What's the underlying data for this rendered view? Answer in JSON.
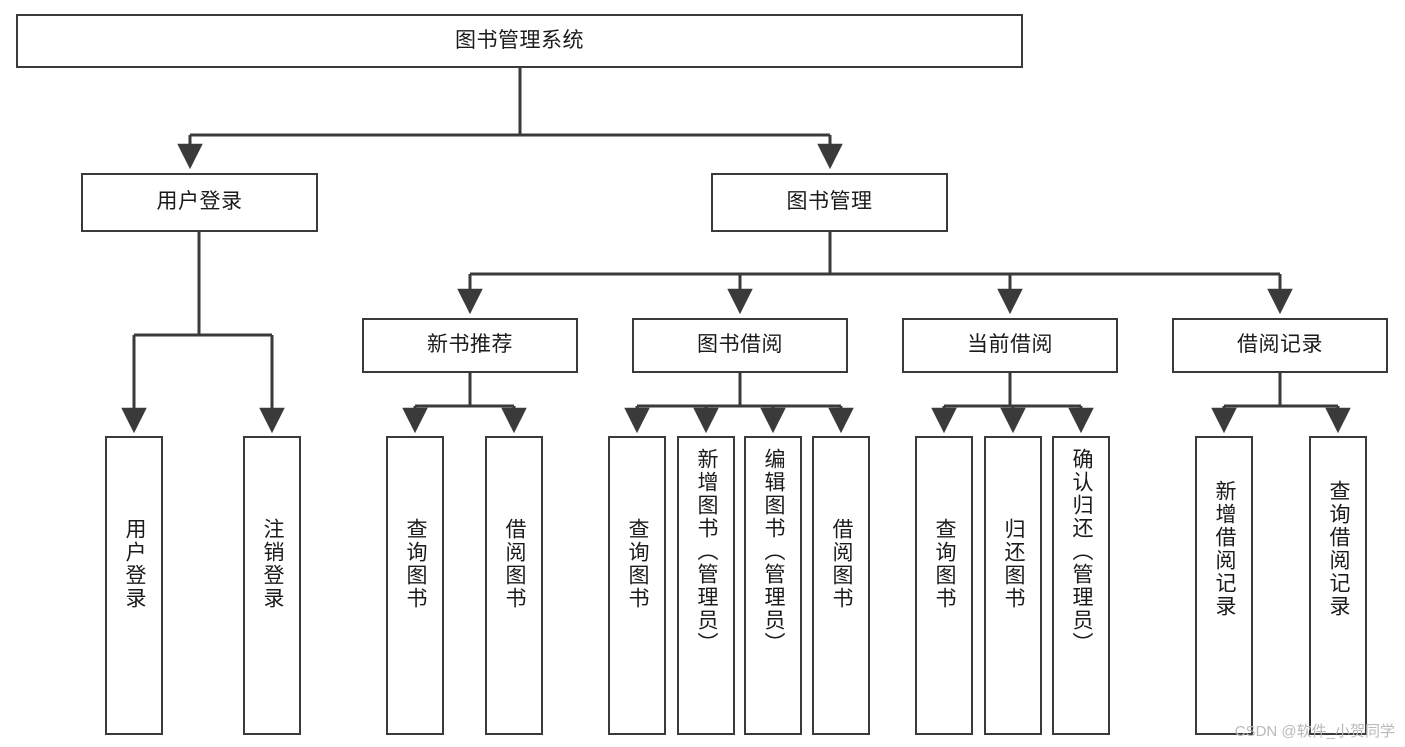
{
  "diagram": {
    "title": "图书管理系统",
    "type": "tree-hierarchy-chart",
    "colors": {
      "node_border": "#3a3a3a",
      "node_fill": "#ffffff",
      "connector": "#3a3a3a",
      "text": "#1b1b1b",
      "watermark": "#b9b9b9",
      "background": "#ffffff"
    },
    "nodes": {
      "root": {
        "label": "图书管理系统",
        "level": 1,
        "orientation": "horizontal"
      },
      "l2": [
        {
          "id": "user-login",
          "label": "用户登录",
          "level": 2,
          "orientation": "horizontal"
        },
        {
          "id": "book-manage",
          "label": "图书管理",
          "level": 2,
          "orientation": "horizontal"
        }
      ],
      "l3": [
        {
          "id": "new-book-rec",
          "label": "新书推荐",
          "level": 3,
          "orientation": "horizontal"
        },
        {
          "id": "book-borrow",
          "label": "图书借阅",
          "level": 3,
          "orientation": "horizontal"
        },
        {
          "id": "current-borrow",
          "label": "当前借阅",
          "level": 3,
          "orientation": "horizontal"
        },
        {
          "id": "borrow-record",
          "label": "借阅记录",
          "level": 3,
          "orientation": "horizontal"
        }
      ],
      "leaves": [
        {
          "id": "leaf-user-login",
          "label": "用户登录",
          "parent": "user-login",
          "orientation": "vertical"
        },
        {
          "id": "leaf-user-logout",
          "label": "注销登录",
          "parent": "user-login",
          "orientation": "vertical"
        },
        {
          "id": "leaf-query-book-1",
          "label": "查询图书",
          "parent": "new-book-rec",
          "orientation": "vertical"
        },
        {
          "id": "leaf-borrow-book-1",
          "label": "借阅图书",
          "parent": "new-book-rec",
          "orientation": "vertical"
        },
        {
          "id": "leaf-query-book-2",
          "label": "查询图书",
          "parent": "book-borrow",
          "orientation": "vertical"
        },
        {
          "id": "leaf-add-book",
          "label": "新增图书（管理员）",
          "parent": "book-borrow",
          "orientation": "vertical"
        },
        {
          "id": "leaf-edit-book",
          "label": "编辑图书（管理员）",
          "parent": "book-borrow",
          "orientation": "vertical"
        },
        {
          "id": "leaf-borrow-book-2",
          "label": "借阅图书",
          "parent": "book-borrow",
          "orientation": "vertical"
        },
        {
          "id": "leaf-query-book-3",
          "label": "查询图书",
          "parent": "current-borrow",
          "orientation": "vertical"
        },
        {
          "id": "leaf-return-book",
          "label": "归还图书",
          "parent": "current-borrow",
          "orientation": "vertical"
        },
        {
          "id": "leaf-confirm-return",
          "label": "确认归还（管理员）",
          "parent": "current-borrow",
          "orientation": "vertical"
        },
        {
          "id": "leaf-add-record",
          "label": "新增借阅记录",
          "parent": "borrow-record",
          "orientation": "vertical"
        },
        {
          "id": "leaf-query-record",
          "label": "查询借阅记录",
          "parent": "borrow-record",
          "orientation": "vertical"
        }
      ]
    },
    "watermark": "CSDN @软件_小贺同学"
  }
}
